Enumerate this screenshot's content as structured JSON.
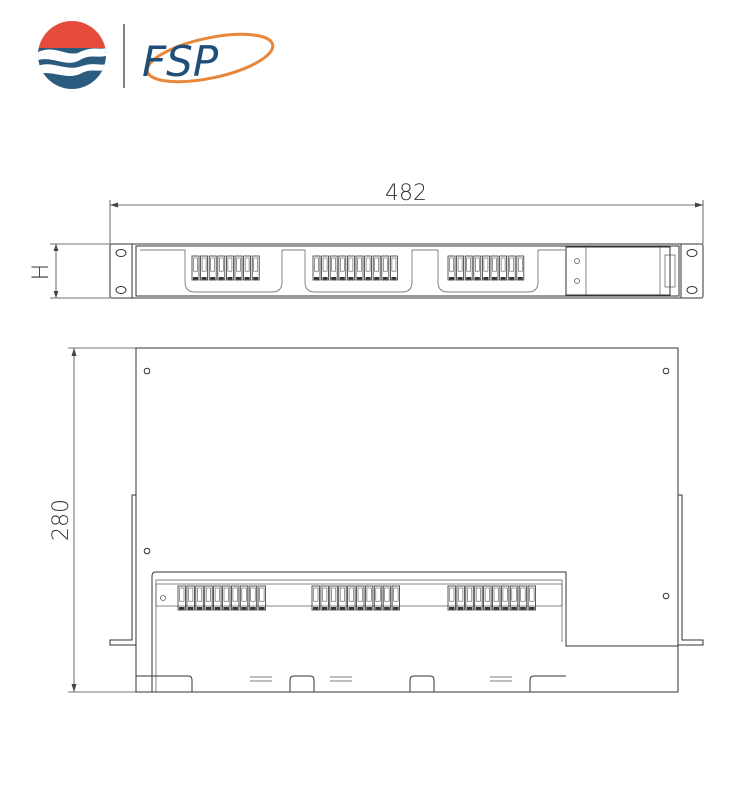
{
  "logo": {
    "text": "FSP",
    "colors": {
      "red": "#e54b3c",
      "blue": "#2b5b7f",
      "orange": "#e8873a",
      "navy": "#1f4e79"
    }
  },
  "dimensions": {
    "width_label": "482",
    "height_label": "H",
    "depth_label": "280"
  },
  "front_view": {
    "connector_groups": [
      8,
      11,
      9
    ]
  },
  "top_view": {
    "connector_groups": [
      11,
      11,
      11
    ]
  }
}
